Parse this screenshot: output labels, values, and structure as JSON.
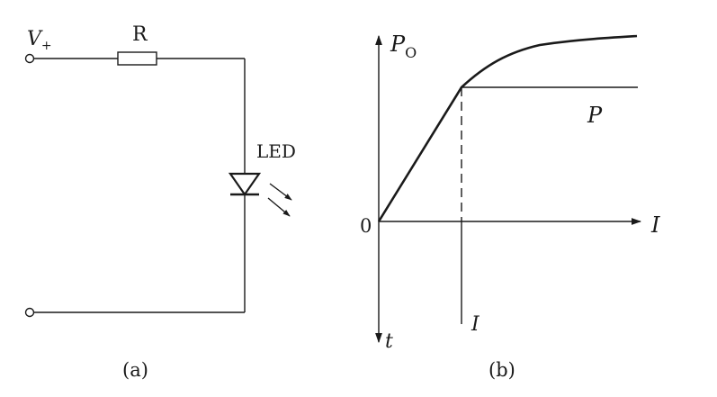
{
  "circuit": {
    "supply_label": "V",
    "supply_subscript": "+",
    "resistor_label": "R",
    "diode_label": "LED",
    "caption": "(a)"
  },
  "graph": {
    "y_axis_label": "P",
    "y_axis_subscript": "O",
    "x_axis_label": "I",
    "origin_label": "0",
    "down_axis_label": "t",
    "marker_label": "I",
    "level_label": "P",
    "caption": "(b)",
    "curve_shape": "linear rise from origin, then saturating toward a plateau",
    "colors": {
      "ink": "#1a1a1a",
      "background": "#ffffff"
    }
  }
}
